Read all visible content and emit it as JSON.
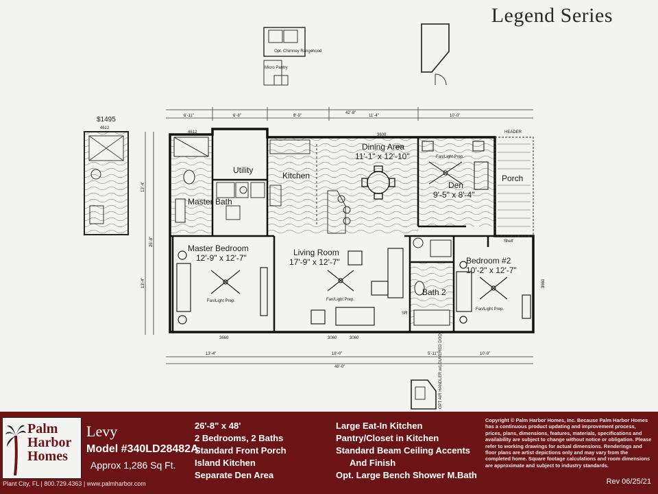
{
  "header": {
    "series_title": "Legend Series"
  },
  "plan": {
    "rooms": {
      "master_bedroom": {
        "name": "Master Bedroom",
        "size": "12'-9\" x 12'-7\""
      },
      "living_room": {
        "name": "Living Room",
        "size": "17'-9\" x 12'-7\""
      },
      "dining_area": {
        "name": "Dining Area",
        "size": "11'-1\" x 12'-10\""
      },
      "kitchen": {
        "name": "Kitchen"
      },
      "utility": {
        "name": "Utility"
      },
      "master_bath": {
        "name": "Master Bath"
      },
      "den": {
        "name": "Den",
        "size": "9'-5\" x 8'-4\""
      },
      "porch": {
        "name": "Porch"
      },
      "bedroom2": {
        "name": "Bedroom #2",
        "size": "10'-2\" x 12'-7\""
      },
      "bath2": {
        "name": "Bath 2"
      }
    },
    "option_price": "$1495",
    "labels": {
      "shelf": "Shelf",
      "fan_light_prep": "Fan/Light Prep.",
      "chimney_rangehood": "Opt. Chimney Rangehood",
      "micro_pantry": "Micro Pantry",
      "opt_air_handler": "OPT AIR HANDLER w/LOUVERED DOOR",
      "header": "HEADER",
      "sr": "SR"
    },
    "dimensions": {
      "top_row": [
        "6'-11\"",
        "6'-8\"",
        "8'-9\"",
        "11'-4\"",
        "10'-0\""
      ],
      "top_total": "42'-8\"",
      "bottom_row": [
        "13'-4\"",
        "18'-0\"",
        "5'-11\"",
        "10'-9\""
      ],
      "bottom_total": "48'-0\"",
      "left_side": [
        "13'-4\"",
        "13'-4\""
      ],
      "left_total": "26'-8\"",
      "windows": [
        "4612",
        "3660",
        "3600",
        "3660",
        "3060",
        "3060",
        "3660"
      ]
    }
  },
  "footer": {
    "brand": [
      "Palm",
      "Harbor",
      "Homes"
    ],
    "brand_contact": "Plant City, FL | 800.729.4363 | www.palmharbor.com",
    "model_name": "Levy",
    "model_number": "Model #340LD28482A",
    "sqft": "Approx 1,286 Sq Ft.",
    "features_col1": [
      "26'-8\" x 48'",
      "2 Bedrooms, 2 Baths",
      "Standard Front Porch",
      "Island Kitchen",
      "Separate Den Area"
    ],
    "features_col2": [
      "Large Eat-In Kitchen",
      "Pantry/Closet in Kitchen",
      "Standard Beam Ceiling Accents",
      "And Finish",
      "Opt. Large Bench Shower M.Bath"
    ],
    "copyright": "Copyright © Palm Harbor Homes, Inc. Because Palm Harbor Homes has a continuous product updating and improvement process, prices, plans, dimensions, features, materials, specifications and availability are subject to change without notice or obligation. Please refer to working drawings for actual dimensions. Renderings and floor plans are artist depictions only and may vary from the completed home. Square footage calculations and room dimensions are approximate and subject to industry standards.",
    "revision": "Rev 06/25/21"
  },
  "colors": {
    "footer_bg": "#6c1316",
    "logo_accent": "#6c1316",
    "ink": "#1e1e1e"
  }
}
